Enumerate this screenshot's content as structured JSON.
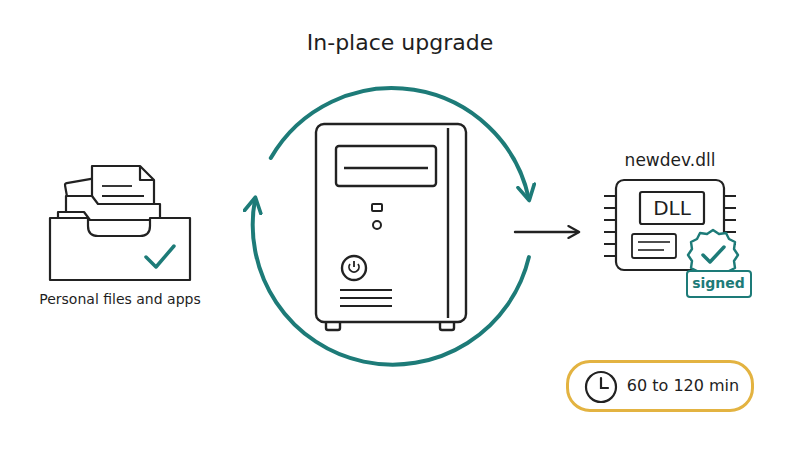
{
  "diagram": {
    "title": "In-place upgrade",
    "nodes": [
      {
        "text": [
          "Personal files and apps"
        ]
      },
      {
        "text": [
          "newdev.dll",
          "DLL"
        ]
      },
      {
        "text": [
          "signed"
        ]
      },
      {
        "text": [
          "60 to 120 min"
        ]
      }
    ]
  }
}
